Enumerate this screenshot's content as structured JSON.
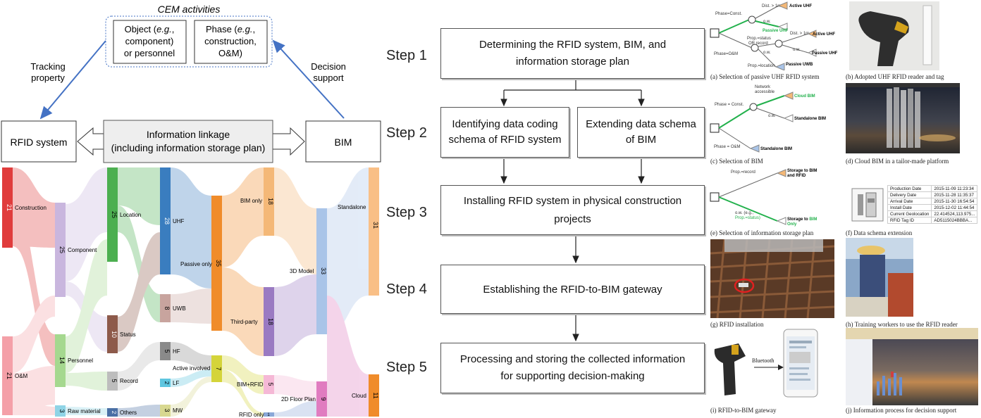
{
  "cem": {
    "title": "CEM activities",
    "object_line1": "Object (",
    "object_eg": "e.g.",
    "object_line1_end": ",",
    "object_line2": "component)",
    "object_line3": "or personnel",
    "phase_line1": "Phase (",
    "phase_eg": "e.g.",
    "phase_line1_end": ",",
    "phase_line2": "construction,",
    "phase_line3": "O&M)"
  },
  "left": {
    "tracking_line1": "Tracking",
    "tracking_line2": "property",
    "decision_line1": "Decision",
    "decision_line2": "support",
    "rfid_system": "RFID system",
    "bim": "BIM",
    "linkage_line1": "Information linkage",
    "linkage_line2": "(including information storage plan)"
  },
  "sankey": {
    "nodes": {
      "construction": {
        "label": "Construction",
        "value": "21"
      },
      "om": {
        "label": "O&M",
        "value": "21"
      },
      "component": {
        "label": "Component",
        "value": "25"
      },
      "personnel": {
        "label": "Personnel",
        "value": "14"
      },
      "raw_material": {
        "label": "Raw material",
        "value": "3"
      },
      "location": {
        "label": "Location",
        "value": "25"
      },
      "status": {
        "label": "Status",
        "value": "10"
      },
      "record": {
        "label": "Record",
        "value": "5"
      },
      "others": {
        "label": "Others",
        "value": "2"
      },
      "uhf": {
        "label": "UHF",
        "value": "28"
      },
      "uwb": {
        "label": "UWB",
        "value": "8"
      },
      "hf": {
        "label": "HF",
        "value": "5"
      },
      "lf": {
        "label": "LF",
        "value": "2"
      },
      "mw": {
        "label": "MW",
        "value": "3"
      },
      "passive_only": {
        "label": "Passive only",
        "value": "35"
      },
      "active_involved": {
        "label": "Active involved",
        "value": "7"
      },
      "bim_only": {
        "label": "BIM only",
        "value": "18"
      },
      "third_party": {
        "label": "Third-party",
        "value": "18"
      },
      "bim_rfid": {
        "label": "BIM+RFID",
        "value": "5"
      },
      "rfid_only": {
        "label": "RFID only",
        "value": "1"
      },
      "model_3d": {
        "label": "3D Model",
        "value": "33"
      },
      "floor_plan_2d": {
        "label": "2D Floor Plan",
        "value": "9"
      },
      "standalone": {
        "label": "Standalone",
        "value": "31"
      },
      "cloud": {
        "label": "Cloud",
        "value": "11"
      }
    }
  },
  "flow": {
    "steps": [
      "Step 1",
      "Step 2",
      "Step 3",
      "Step 4",
      "Step 5"
    ],
    "box1_line1": "Determining the RFID system, BIM, and",
    "box1_line2": "information storage plan",
    "box2a_line1": "Identifying data coding",
    "box2a_line2": "schema of RFID system",
    "box2b_line1": "Extending data schema",
    "box2b_line2": "of BIM",
    "box3_line1": "Installing RFID system in physical construction",
    "box3_line2": "projects",
    "box4": "Establishing the RFID-to-BIM gateway",
    "box5_line1": "Processing and storing the collected information",
    "box5_line2": "for supporting decision-making"
  },
  "tree_a": {
    "phase_const": "Phase=Const.",
    "dist1": "Dist. > 1m",
    "ow1": "o.w.",
    "active_uhf": "Active UHF",
    "passive_uhf_green": "Passive UHF",
    "prop_status_1": "Prop.=status",
    "prop_status_2": "OR record",
    "dist2": "Dist. > 1m",
    "active_uhf2": "Active UHF",
    "ow2": "o.w.",
    "ow3": "o.w.",
    "passive_uhf2": "Passive UHF",
    "phase_om": "Phase=O&M",
    "prop_location": "Prop.=location",
    "passive_uwb": "Passive UWB"
  },
  "tree_c": {
    "network1": "Network",
    "network2": "accessible",
    "cloud_bim": "Cloud BIM",
    "phase_const": "Phase = Const.",
    "ow": "o.w.",
    "standalone_bim": "Standalone BIM",
    "phase_om": "Phase = O&M",
    "standalone_bim2": "Standalone BIM"
  },
  "tree_e": {
    "prop_record": "Prop.=record",
    "storage_both1": "Storage to BIM",
    "storage_both2": "and RFID",
    "ow_eg": "o.w. (e.g.,",
    "prop_status": "Prop.=status)",
    "storage_bim1": "Storage to ",
    "storage_bim_green": "BIM",
    "storage_bim2": "Only"
  },
  "table_f": {
    "rows": [
      [
        "Production Date",
        "2015-11-09 11:23:34"
      ],
      [
        "Delivery Date",
        "2015-11-28 11:35:37"
      ],
      [
        "Arrival Date",
        "2015-11-30 16:54:54"
      ],
      [
        "Install Date",
        "2015-12-02 11:44:54"
      ],
      [
        "Current Geolocation",
        "22.414524,113.975..."
      ],
      [
        "RFID Tag ID",
        "AD5115024BBBA..."
      ]
    ]
  },
  "captions": {
    "a": "(a) Selection of passive UHF RFID system",
    "b": "(b) Adopted UHF RFID reader and tag",
    "c": "(c) Selection of BIM",
    "d": "(d) Cloud BIM in a tailor-made platform",
    "e": "(e) Selection of information storage plan",
    "f": "(f) Data schema extension",
    "g": "(g) RFID installation",
    "h": "(h) Training workers to use the RFID reader",
    "i": "(i) RFID-to-BIM gateway",
    "j": "(j) Information process for decision support"
  },
  "gateway": {
    "bluetooth": "Bluetooth"
  },
  "colors": {
    "arrow_blue": "#4472c4",
    "highlight_green": "#22b14c",
    "construction": "#e03c3c",
    "om": "#f4a0a8",
    "component": "#c9b6de",
    "personnel": "#a5d88f",
    "raw_material": "#8fd4e6",
    "location": "#4caf50",
    "status": "#8d5a4a",
    "record": "#bdbdbd",
    "others": "#4a6fa5",
    "uhf": "#3a7dbf",
    "uwb": "#c8a49e",
    "hf": "#8a8a8a",
    "lf": "#5fc6e0",
    "mw": "#d8d890",
    "passive_only": "#f08c2a",
    "active_involved": "#d4d43a",
    "bim_only": "#f4b877",
    "third_party": "#9a7ac2",
    "bim_rfid": "#f5b8d6",
    "rfid_only": "#8aa8d8",
    "model_3d": "#a9c4e8",
    "floor_plan_2d": "#e07cc0",
    "standalone": "#f9bf86",
    "cloud": "#f08c2a"
  }
}
